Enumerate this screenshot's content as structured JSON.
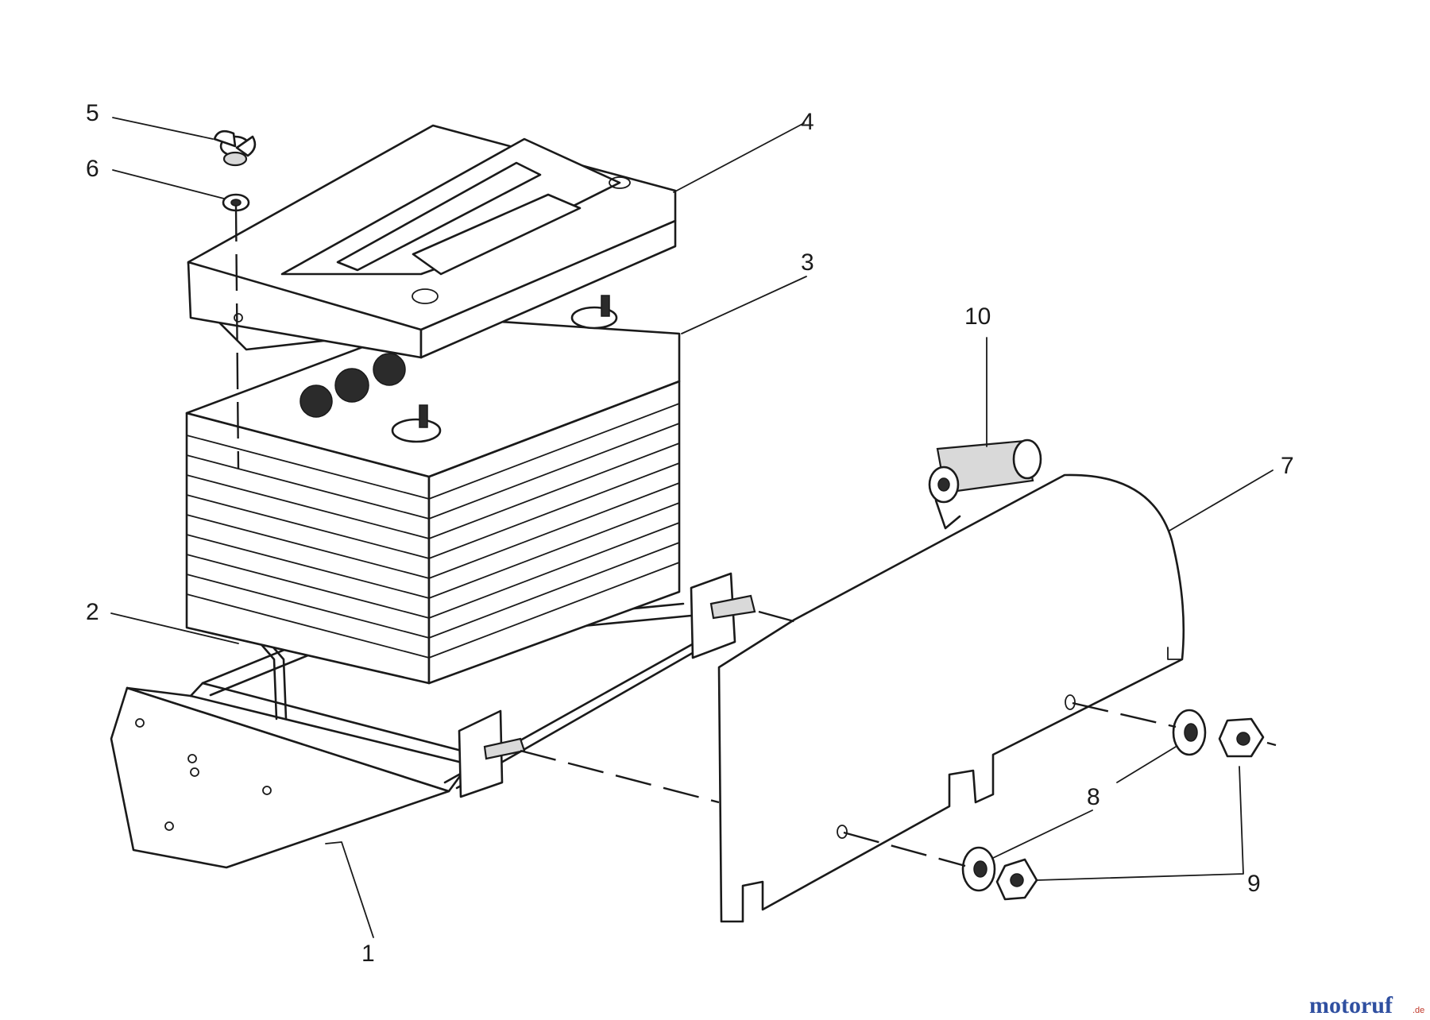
{
  "callouts": {
    "c1": "1",
    "c2": "2",
    "c3": "3",
    "c4": "4",
    "c5": "5",
    "c6": "6",
    "c7": "7",
    "c8": "8",
    "c9": "9",
    "c10": "10"
  },
  "watermark": {
    "name": "motoruf",
    "suffix": ".de",
    "colors": {
      "primary": "#2f4fa0",
      "accent": "#c0392b"
    }
  }
}
